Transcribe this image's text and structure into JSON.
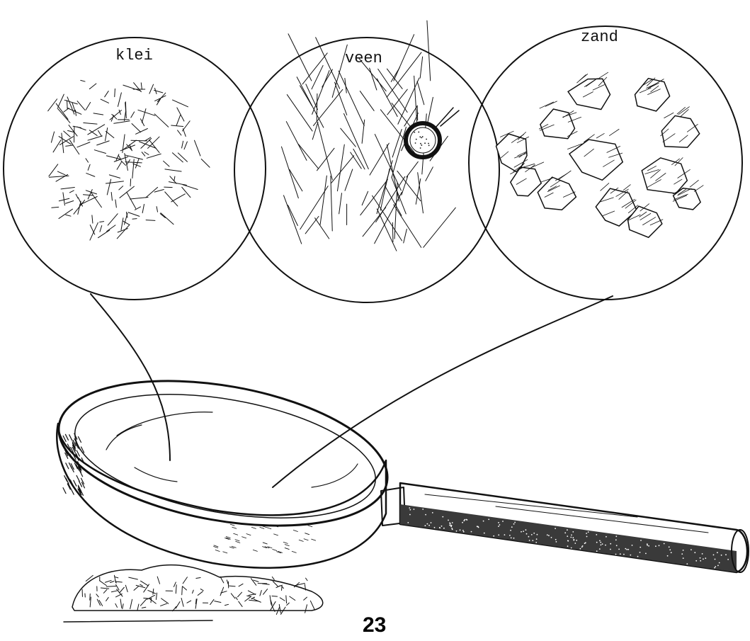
{
  "labels": {
    "clay": "klei",
    "peat": "veen",
    "sand": "zand"
  },
  "page_number": "23",
  "colors": {
    "ink": "#111111",
    "paper": "#ffffff"
  }
}
